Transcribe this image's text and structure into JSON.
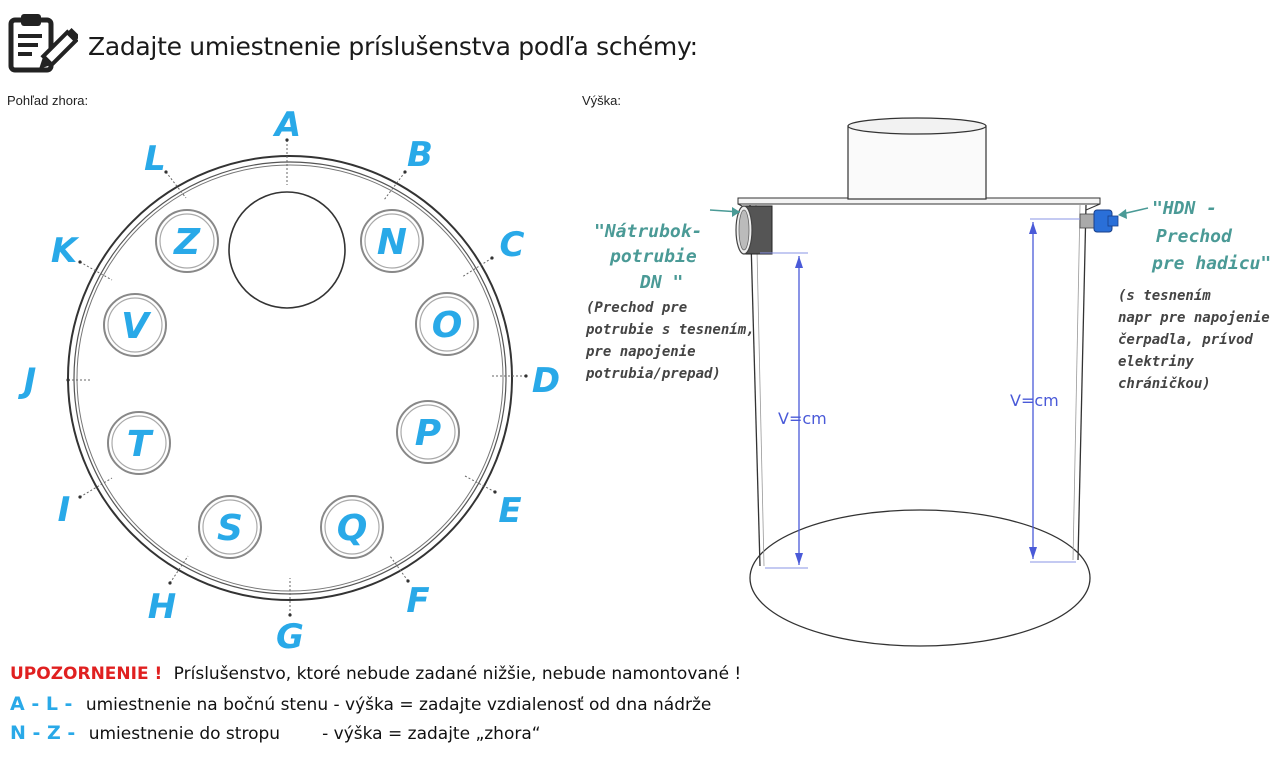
{
  "header": {
    "title": "Zadajte umiestnenie príslušenstva podľa schémy:",
    "icon": "clipboard-pencil-icon"
  },
  "top_view": {
    "label": "Pohľad zhora:",
    "side_letters": [
      "A",
      "B",
      "C",
      "D",
      "E",
      "F",
      "G",
      "H",
      "I",
      "J",
      "K",
      "L"
    ],
    "top_letters": [
      "Z",
      "N",
      "O",
      "P",
      "Q",
      "S",
      "T",
      "V"
    ]
  },
  "side_view": {
    "label": "Výška:",
    "left_note_title_1": "\"Nátrubok-",
    "left_note_title_2": "potrubie",
    "left_note_title_3": "DN \"",
    "left_note_body": [
      "(Prechod pre",
      "potrubie s tesnením,",
      "pre napojenie",
      "potrubia/prepad)"
    ],
    "right_note_title_1": "\"HDN -",
    "right_note_title_2": "Prechod",
    "right_note_title_3": "pre hadicu\"",
    "right_note_body": [
      "(s tesnením",
      "napr pre napojenie",
      "čerpadla, prívod",
      "elektriny",
      "chráničkou)"
    ],
    "dim_left": "V=cm",
    "dim_right": "V=cm"
  },
  "notes": {
    "warning_label": "UPOZORNENIE !",
    "warning_text": "Príslušenstvo, ktoré nebude zadané nižšie, nebude namontované !",
    "line1_key": "A - L  -",
    "line1_text": "umiestnenie na bočnú stenu - výška = zadajte vzdialenosť od dna nádrže",
    "line2_key": "N - Z  -",
    "line2_text_a": "umiestnenie do stropu",
    "line2_text_b": "- výška = zadajte „zhora“"
  },
  "colors": {
    "accent_blue": "#29a9e8",
    "note_teal": "#4a9a96",
    "dimension_blue": "#4a5ad8",
    "warning_red": "#e02020"
  }
}
